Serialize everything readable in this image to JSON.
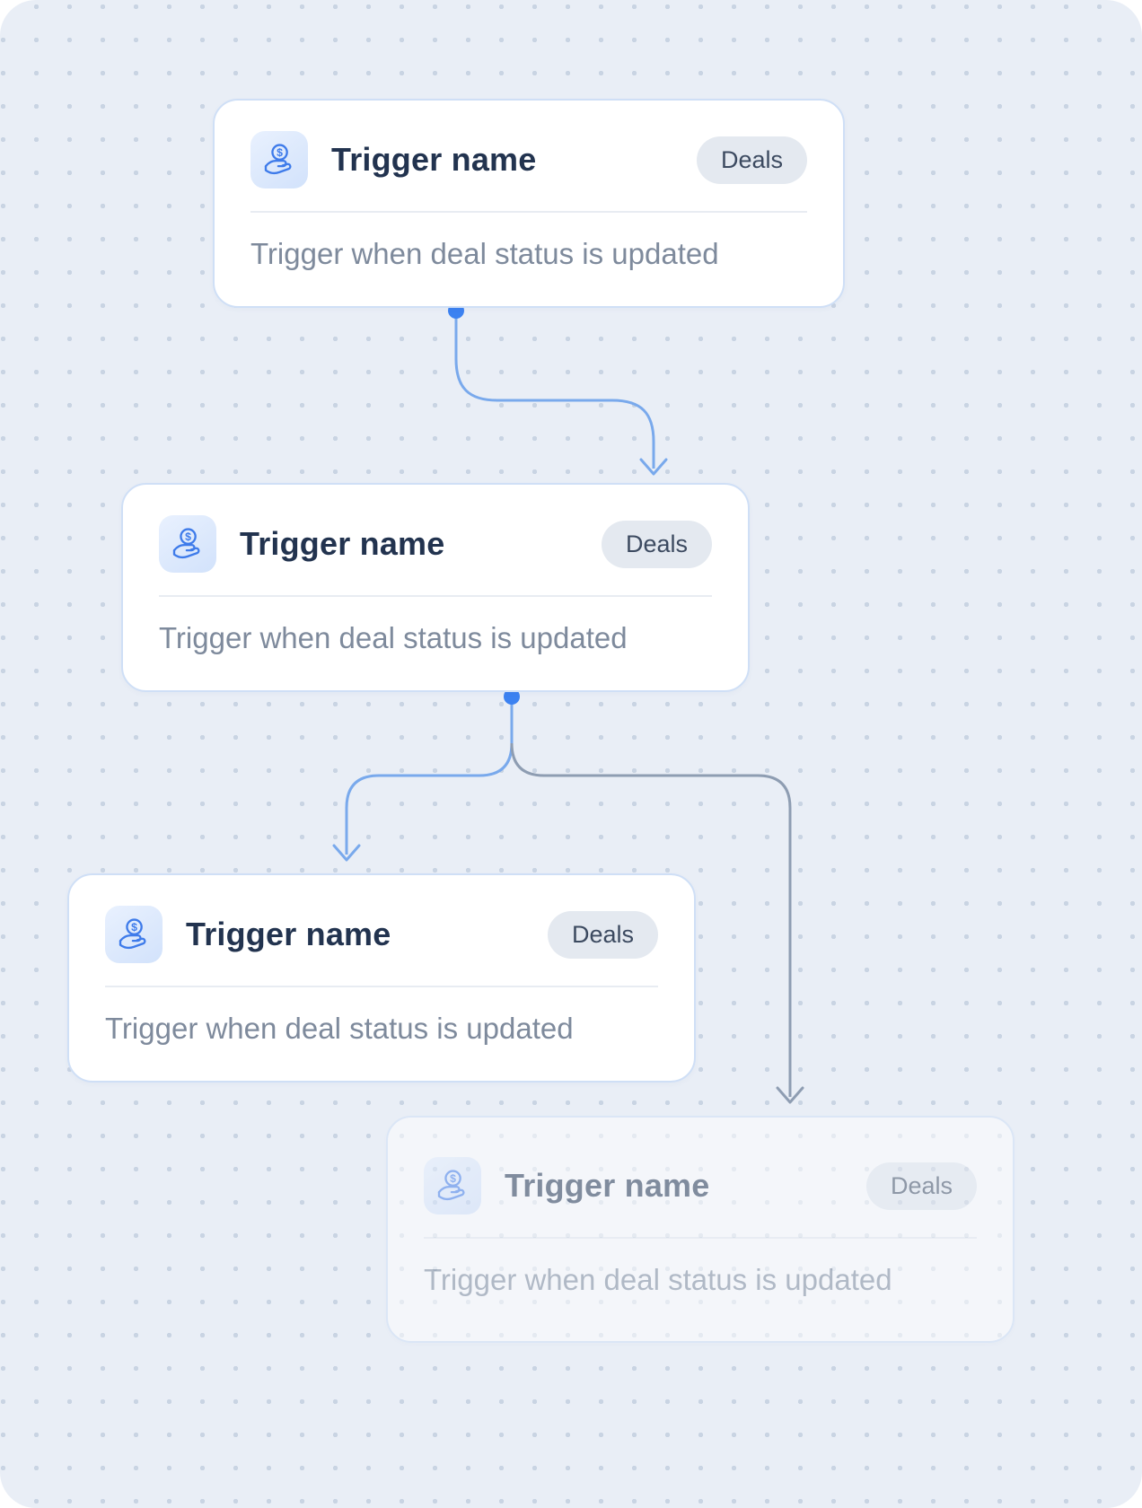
{
  "canvas": {
    "background": "#e9eef6",
    "dot_color": "#c9d4e3"
  },
  "colors": {
    "connector_blue": "#79a9ec",
    "connector_gray": "#8e9db2",
    "branch_dot": "#3c82f1",
    "accent": "#3e7bea"
  },
  "icon": {
    "glyph": "$"
  },
  "nodes": [
    {
      "title": "Trigger name",
      "badge": "Deals",
      "description": "Trigger when deal status is updated",
      "state": "default"
    },
    {
      "title": "Trigger name",
      "badge": "Deals",
      "description": "Trigger when deal status is updated",
      "state": "default"
    },
    {
      "title": "Trigger name",
      "badge": "Deals",
      "description": "Trigger when deal status is updated",
      "state": "default"
    },
    {
      "title": "Trigger name",
      "badge": "Deals",
      "description": "Trigger when deal status is updated",
      "state": "faded"
    }
  ]
}
